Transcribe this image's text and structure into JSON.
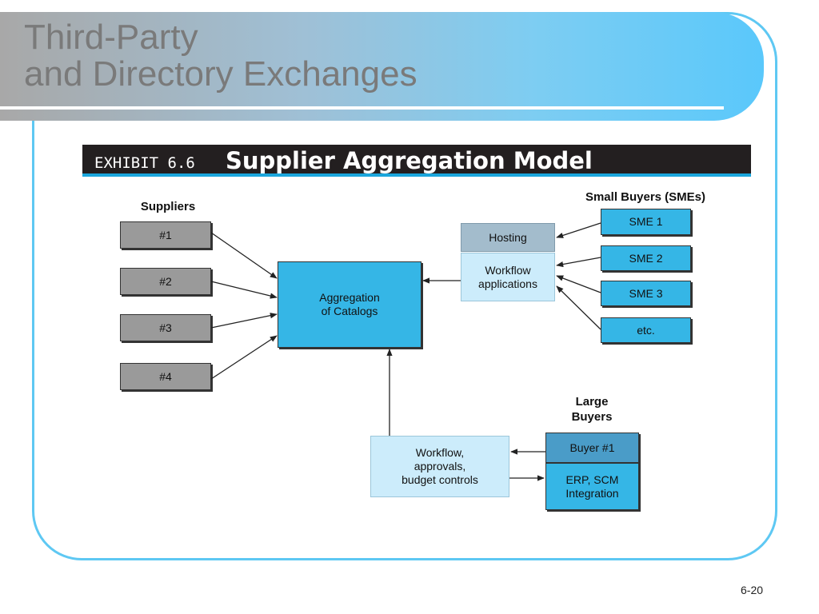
{
  "slide": {
    "title_line1": "Third-Party",
    "title_line2": "and Directory Exchanges",
    "page_number": "6-20"
  },
  "exhibit": {
    "label": "EXHIBIT 6.6",
    "title": "Supplier Aggregation Model"
  },
  "diagram": {
    "suppliers_heading": "Suppliers",
    "suppliers": [
      "#1",
      "#2",
      "#3",
      "#4"
    ],
    "center": "Aggregation\nof Catalogs",
    "hosting": "Hosting",
    "workflow_apps": "Workflow\napplications",
    "sme_heading": "Small Buyers (SMEs)",
    "smes": [
      "SME 1",
      "SME 2",
      "SME 3",
      "etc."
    ],
    "large_heading": "Large\nBuyers",
    "buyer": "Buyer #1",
    "erp": "ERP, SCM\nIntegration",
    "workflow_controls": "Workflow,\napprovals,\nbudget controls"
  },
  "colors": {
    "frame": "#5ec8f3",
    "title_band_start": "#a8a8a8",
    "title_band_end": "#5ac8fb",
    "exhibit_bar": "#231f20",
    "exhibit_accent": "#1aa6dc",
    "gray_box": "#9a9a9a",
    "blue_box": "#35b6e6",
    "light_box": "#ccecfb"
  }
}
